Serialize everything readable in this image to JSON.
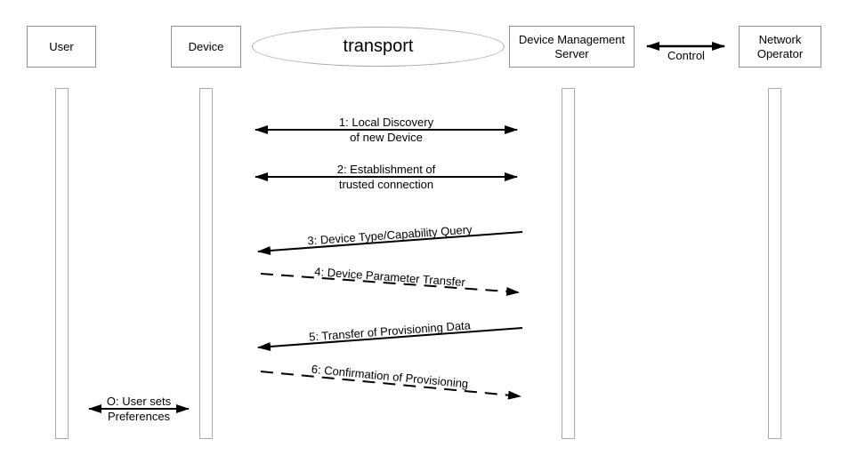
{
  "diagram": {
    "title_hint": "Device provisioning sequence diagram",
    "actors": {
      "user": {
        "label": "User"
      },
      "device": {
        "label": "Device"
      },
      "dms": {
        "line1": "Device Management",
        "line2": "Server"
      },
      "network_operator": {
        "line1": "Network",
        "line2": "Operator"
      }
    },
    "transport": {
      "label": "transport"
    },
    "control": {
      "label": "Control"
    },
    "messages": {
      "m1": {
        "line1": "1: Local Discovery",
        "line2": "of new Device",
        "style": "solid",
        "direction": "both"
      },
      "m2": {
        "line1": "2: Establishment of",
        "line2": "trusted connection",
        "style": "solid",
        "direction": "both"
      },
      "m3": {
        "label": "3: Device Type/Capability Query",
        "style": "solid",
        "direction": "left"
      },
      "m4": {
        "label": "4: Device Parameter Transfer",
        "style": "dashed",
        "direction": "right"
      },
      "m5": {
        "label": "5: Transfer of Provisioning Data",
        "style": "solid",
        "direction": "left"
      },
      "m6": {
        "label": "6: Confirmation of Provisioning",
        "style": "dashed",
        "direction": "right"
      },
      "mO": {
        "line1": "O: User sets",
        "line2": "Preferences",
        "style": "solid",
        "direction": "both"
      }
    },
    "colors": {
      "arrow": "#000000",
      "box_border": "#8f8f8f",
      "lifeline_border": "#a9a9a9",
      "background": "#ffffff"
    }
  }
}
